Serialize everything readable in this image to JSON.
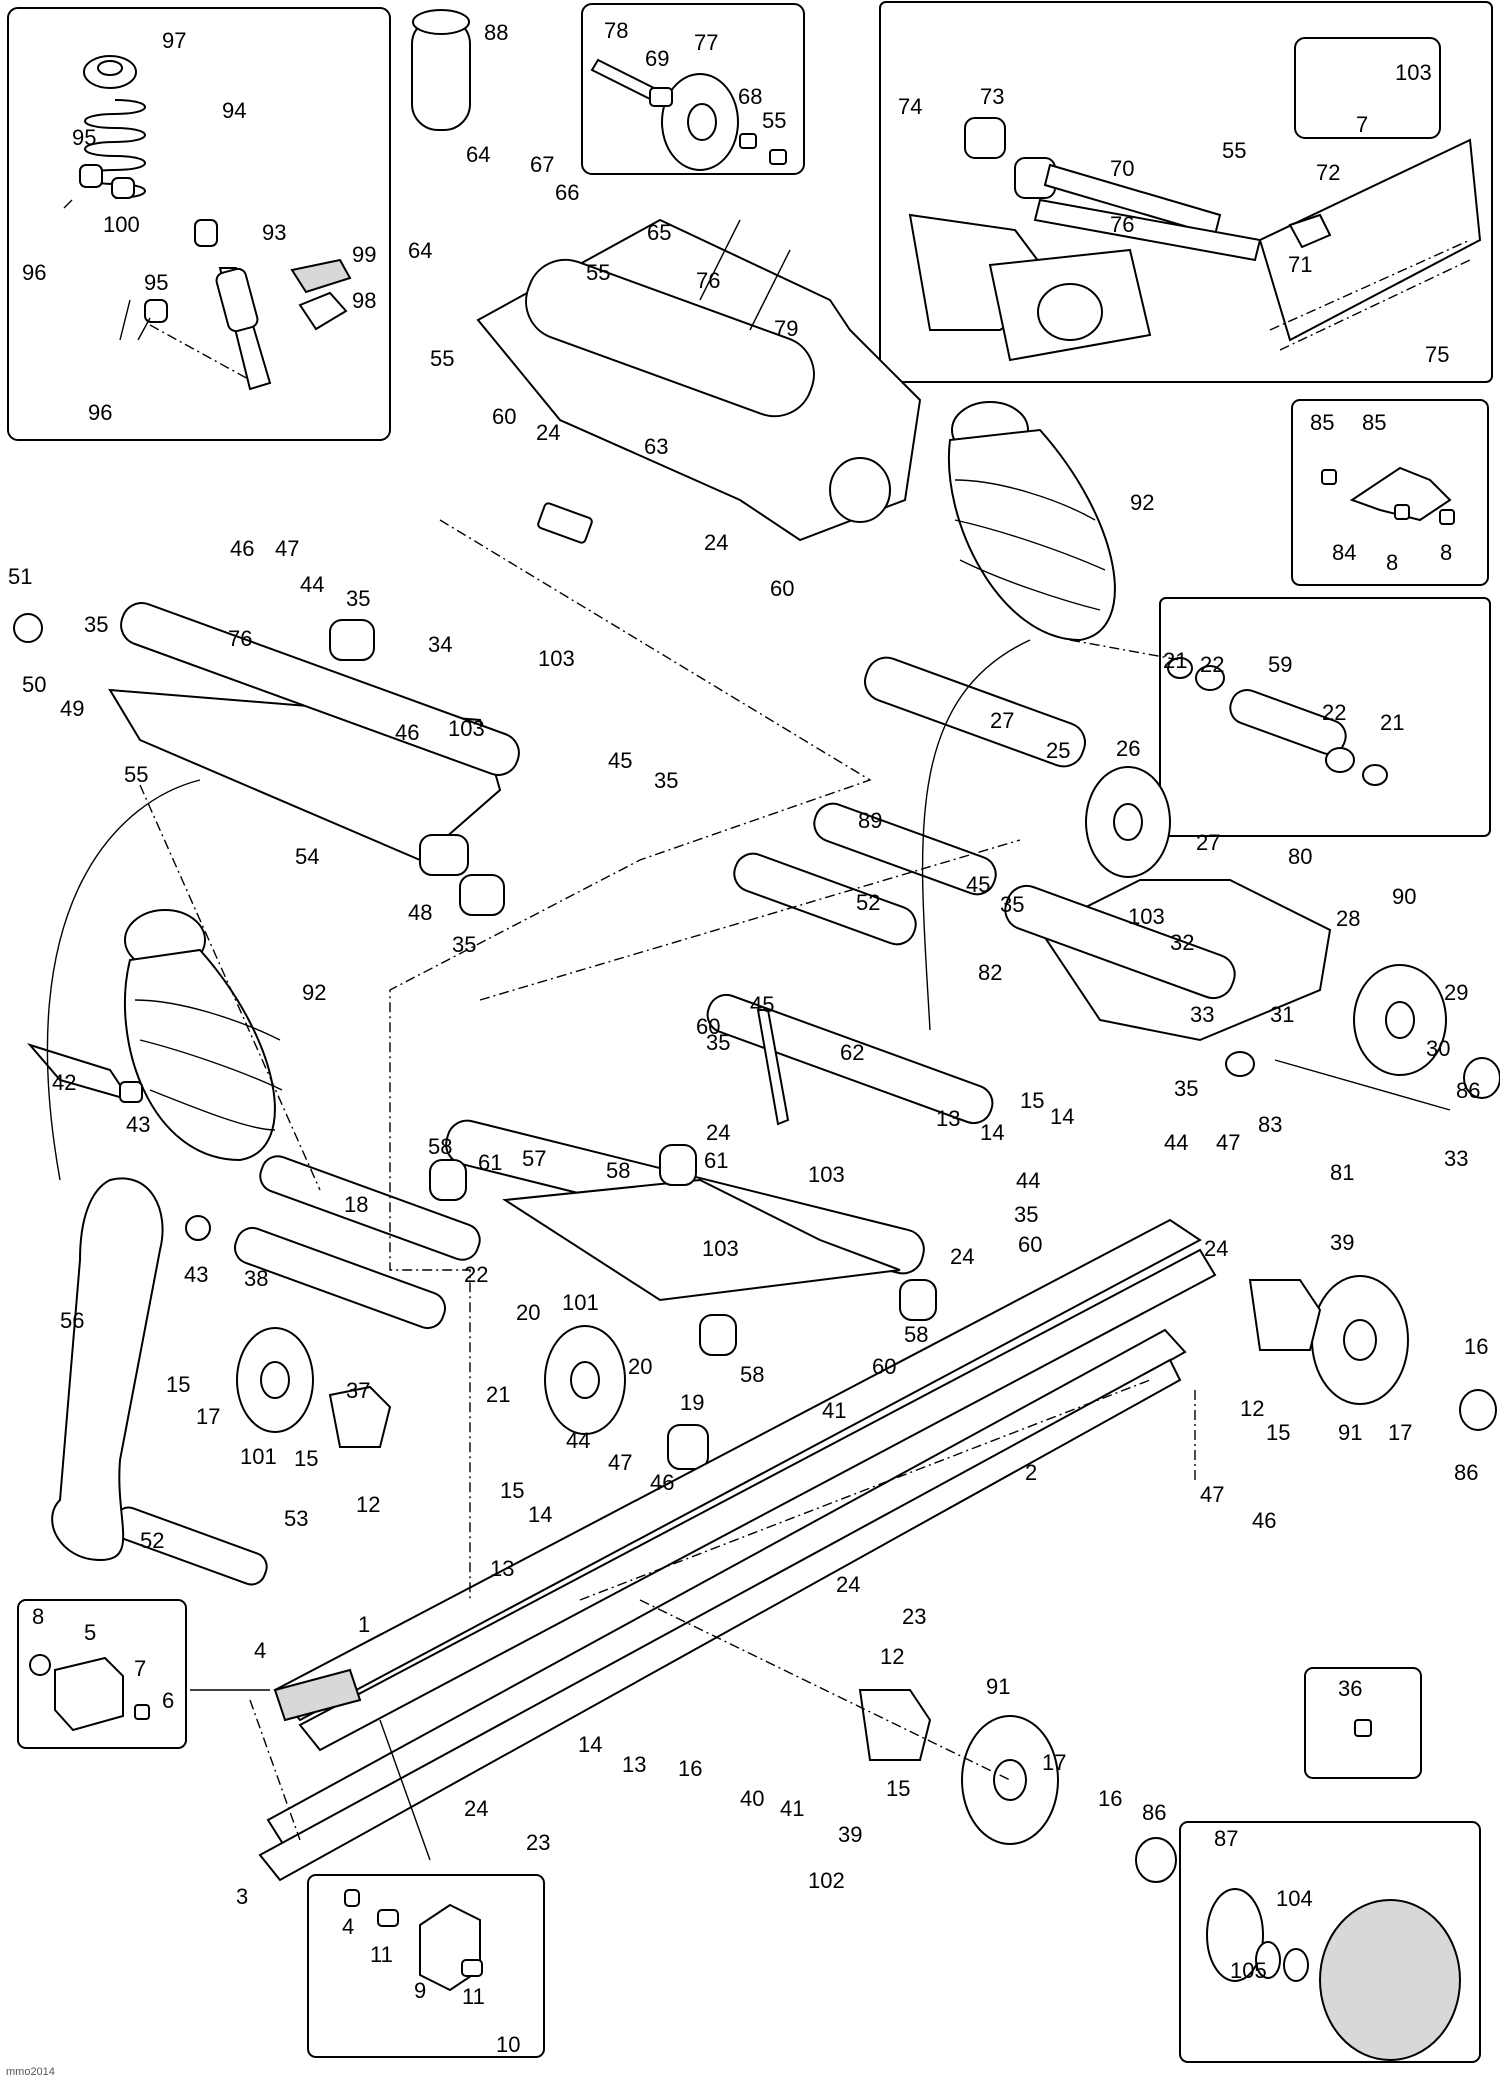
{
  "diagram": {
    "credit": "mmo2014",
    "callouts": [
      {
        "id": "c97",
        "label": "97"
      },
      {
        "id": "c94",
        "label": "94"
      },
      {
        "id": "c95a",
        "label": "95"
      },
      {
        "id": "c100",
        "label": "100"
      },
      {
        "id": "c96a",
        "label": "96"
      },
      {
        "id": "c93",
        "label": "93"
      },
      {
        "id": "c99",
        "label": "99"
      },
      {
        "id": "c98",
        "label": "98"
      },
      {
        "id": "c95b",
        "label": "95"
      },
      {
        "id": "c96b",
        "label": "96"
      },
      {
        "id": "c88",
        "label": "88"
      },
      {
        "id": "c78",
        "label": "78"
      },
      {
        "id": "c69",
        "label": "69"
      },
      {
        "id": "c77",
        "label": "77"
      },
      {
        "id": "c68",
        "label": "68"
      },
      {
        "id": "c55a",
        "label": "55"
      },
      {
        "id": "c64a",
        "label": "64"
      },
      {
        "id": "c67",
        "label": "67"
      },
      {
        "id": "c66",
        "label": "66"
      },
      {
        "id": "c65",
        "label": "65"
      },
      {
        "id": "c64b",
        "label": "64"
      },
      {
        "id": "c55b",
        "label": "55"
      },
      {
        "id": "c76a",
        "label": "76"
      },
      {
        "id": "c79",
        "label": "79"
      },
      {
        "id": "c55c",
        "label": "55"
      },
      {
        "id": "c60a",
        "label": "60"
      },
      {
        "id": "c24a",
        "label": "24"
      },
      {
        "id": "c63",
        "label": "63"
      },
      {
        "id": "c24b",
        "label": "24"
      },
      {
        "id": "c60b",
        "label": "60"
      },
      {
        "id": "c74",
        "label": "74"
      },
      {
        "id": "c73",
        "label": "73"
      },
      {
        "id": "c70",
        "label": "70"
      },
      {
        "id": "c55d",
        "label": "55"
      },
      {
        "id": "c103a",
        "label": "103"
      },
      {
        "id": "c7a",
        "label": "7"
      },
      {
        "id": "c72",
        "label": "72"
      },
      {
        "id": "c76b",
        "label": "76"
      },
      {
        "id": "c71",
        "label": "71"
      },
      {
        "id": "c75",
        "label": "75"
      },
      {
        "id": "c92a",
        "label": "92"
      },
      {
        "id": "c85a",
        "label": "85"
      },
      {
        "id": "c85b",
        "label": "85"
      },
      {
        "id": "c84",
        "label": "84"
      },
      {
        "id": "c8a",
        "label": "8"
      },
      {
        "id": "c8b",
        "label": "8"
      },
      {
        "id": "c21a",
        "label": "21"
      },
      {
        "id": "c22a",
        "label": "22"
      },
      {
        "id": "c59",
        "label": "59"
      },
      {
        "id": "c22b",
        "label": "22"
      },
      {
        "id": "c21b",
        "label": "21"
      },
      {
        "id": "c51",
        "label": "51"
      },
      {
        "id": "c46a",
        "label": "46"
      },
      {
        "id": "c47a",
        "label": "47"
      },
      {
        "id": "c44a",
        "label": "44"
      },
      {
        "id": "c35a",
        "label": "35"
      },
      {
        "id": "c35b",
        "label": "35"
      },
      {
        "id": "c50",
        "label": "50"
      },
      {
        "id": "c49",
        "label": "49"
      },
      {
        "id": "c76c",
        "label": "76"
      },
      {
        "id": "c34",
        "label": "34"
      },
      {
        "id": "c103b",
        "label": "103"
      },
      {
        "id": "c46b",
        "label": "46"
      },
      {
        "id": "c103c",
        "label": "103"
      },
      {
        "id": "c55e",
        "label": "55"
      },
      {
        "id": "c45a",
        "label": "45"
      },
      {
        "id": "c35c",
        "label": "35"
      },
      {
        "id": "c54",
        "label": "54"
      },
      {
        "id": "c48",
        "label": "48"
      },
      {
        "id": "c35d",
        "label": "35"
      },
      {
        "id": "c27a",
        "label": "27"
      },
      {
        "id": "c25",
        "label": "25"
      },
      {
        "id": "c26",
        "label": "26"
      },
      {
        "id": "c27b",
        "label": "27"
      },
      {
        "id": "c89",
        "label": "89"
      },
      {
        "id": "c80",
        "label": "80"
      },
      {
        "id": "c90",
        "label": "90"
      },
      {
        "id": "c45b",
        "label": "45"
      },
      {
        "id": "c52a",
        "label": "52"
      },
      {
        "id": "c35e",
        "label": "35"
      },
      {
        "id": "c103d",
        "label": "103"
      },
      {
        "id": "c28",
        "label": "28"
      },
      {
        "id": "c32",
        "label": "32"
      },
      {
        "id": "c29",
        "label": "29"
      },
      {
        "id": "c92b",
        "label": "92"
      },
      {
        "id": "c82",
        "label": "82"
      },
      {
        "id": "c33a",
        "label": "33"
      },
      {
        "id": "c31",
        "label": "31"
      },
      {
        "id": "c30",
        "label": "30"
      },
      {
        "id": "c35f",
        "label": "35"
      },
      {
        "id": "c45c",
        "label": "45"
      },
      {
        "id": "c62",
        "label": "62"
      },
      {
        "id": "c60c",
        "label": "60"
      },
      {
        "id": "c42",
        "label": "42"
      },
      {
        "id": "c43a",
        "label": "43"
      },
      {
        "id": "c13a",
        "label": "13"
      },
      {
        "id": "c14a",
        "label": "14"
      },
      {
        "id": "c15a",
        "label": "15"
      },
      {
        "id": "c14b",
        "label": "14"
      },
      {
        "id": "c35g",
        "label": "35"
      },
      {
        "id": "c83",
        "label": "83"
      },
      {
        "id": "c86a",
        "label": "86"
      },
      {
        "id": "c24c",
        "label": "24"
      },
      {
        "id": "c81",
        "label": "81"
      },
      {
        "id": "c33b",
        "label": "33"
      },
      {
        "id": "c58a",
        "label": "58"
      },
      {
        "id": "c61a",
        "label": "61"
      },
      {
        "id": "c57",
        "label": "57"
      },
      {
        "id": "c58b",
        "label": "58"
      },
      {
        "id": "c61b",
        "label": "61"
      },
      {
        "id": "c103e",
        "label": "103"
      },
      {
        "id": "c44b",
        "label": "44"
      },
      {
        "id": "c47b",
        "label": "47"
      },
      {
        "id": "c103f",
        "label": "103"
      },
      {
        "id": "c44c",
        "label": "44"
      },
      {
        "id": "c35h",
        "label": "35"
      },
      {
        "id": "c24d",
        "label": "24"
      },
      {
        "id": "c60d",
        "label": "60"
      },
      {
        "id": "c24e",
        "label": "24"
      },
      {
        "id": "c39a",
        "label": "39"
      },
      {
        "id": "c56",
        "label": "56"
      },
      {
        "id": "c43b",
        "label": "43"
      },
      {
        "id": "c18",
        "label": "18"
      },
      {
        "id": "c38",
        "label": "38"
      },
      {
        "id": "c22c",
        "label": "22"
      },
      {
        "id": "c20a",
        "label": "20"
      },
      {
        "id": "c101a",
        "label": "101"
      },
      {
        "id": "c58c",
        "label": "58"
      },
      {
        "id": "c58d",
        "label": "58"
      },
      {
        "id": "c15b",
        "label": "15"
      },
      {
        "id": "c17a",
        "label": "17"
      },
      {
        "id": "c37",
        "label": "37"
      },
      {
        "id": "c21c",
        "label": "21"
      },
      {
        "id": "c20b",
        "label": "20"
      },
      {
        "id": "c60e",
        "label": "60"
      },
      {
        "id": "c41a",
        "label": "41"
      },
      {
        "id": "c12a",
        "label": "12"
      },
      {
        "id": "c15c",
        "label": "15"
      },
      {
        "id": "c16a",
        "label": "16"
      },
      {
        "id": "c91a",
        "label": "91"
      },
      {
        "id": "c17b",
        "label": "17"
      },
      {
        "id": "c86b",
        "label": "86"
      },
      {
        "id": "c101b",
        "label": "101"
      },
      {
        "id": "c15d",
        "label": "15"
      },
      {
        "id": "c19",
        "label": "19"
      },
      {
        "id": "c44d",
        "label": "44"
      },
      {
        "id": "c47c",
        "label": "47"
      },
      {
        "id": "c46c",
        "label": "46"
      },
      {
        "id": "c2",
        "label": "2"
      },
      {
        "id": "c47d",
        "label": "47"
      },
      {
        "id": "c46d",
        "label": "46"
      },
      {
        "id": "c12b",
        "label": "12"
      },
      {
        "id": "c15e",
        "label": "15"
      },
      {
        "id": "c14c",
        "label": "14"
      },
      {
        "id": "c13b",
        "label": "13"
      },
      {
        "id": "c52b",
        "label": "52"
      },
      {
        "id": "c53",
        "label": "53"
      },
      {
        "id": "c24f",
        "label": "24"
      },
      {
        "id": "c23a",
        "label": "23"
      },
      {
        "id": "c1",
        "label": "1"
      },
      {
        "id": "c8c",
        "label": "8"
      },
      {
        "id": "c5",
        "label": "5"
      },
      {
        "id": "c7b",
        "label": "7"
      },
      {
        "id": "c6",
        "label": "6"
      },
      {
        "id": "c4a",
        "label": "4"
      },
      {
        "id": "c12c",
        "label": "12"
      },
      {
        "id": "c91b",
        "label": "91"
      },
      {
        "id": "c36",
        "label": "36"
      },
      {
        "id": "c14d",
        "label": "14"
      },
      {
        "id": "c13c",
        "label": "13"
      },
      {
        "id": "c16b",
        "label": "16"
      },
      {
        "id": "c40",
        "label": "40"
      },
      {
        "id": "c41b",
        "label": "41"
      },
      {
        "id": "c39b",
        "label": "39"
      },
      {
        "id": "c15f",
        "label": "15"
      },
      {
        "id": "c17c",
        "label": "17"
      },
      {
        "id": "c16c",
        "label": "16"
      },
      {
        "id": "c86c",
        "label": "86"
      },
      {
        "id": "c24g",
        "label": "24"
      },
      {
        "id": "c23b",
        "label": "23"
      },
      {
        "id": "c102",
        "label": "102"
      },
      {
        "id": "c3",
        "label": "3"
      },
      {
        "id": "c87",
        "label": "87"
      },
      {
        "id": "c104",
        "label": "104"
      },
      {
        "id": "c105",
        "label": "105"
      },
      {
        "id": "c4b",
        "label": "4"
      },
      {
        "id": "c11a",
        "label": "11"
      },
      {
        "id": "c9",
        "label": "9"
      },
      {
        "id": "c11b",
        "label": "11"
      },
      {
        "id": "c10",
        "label": "10"
      }
    ]
  }
}
